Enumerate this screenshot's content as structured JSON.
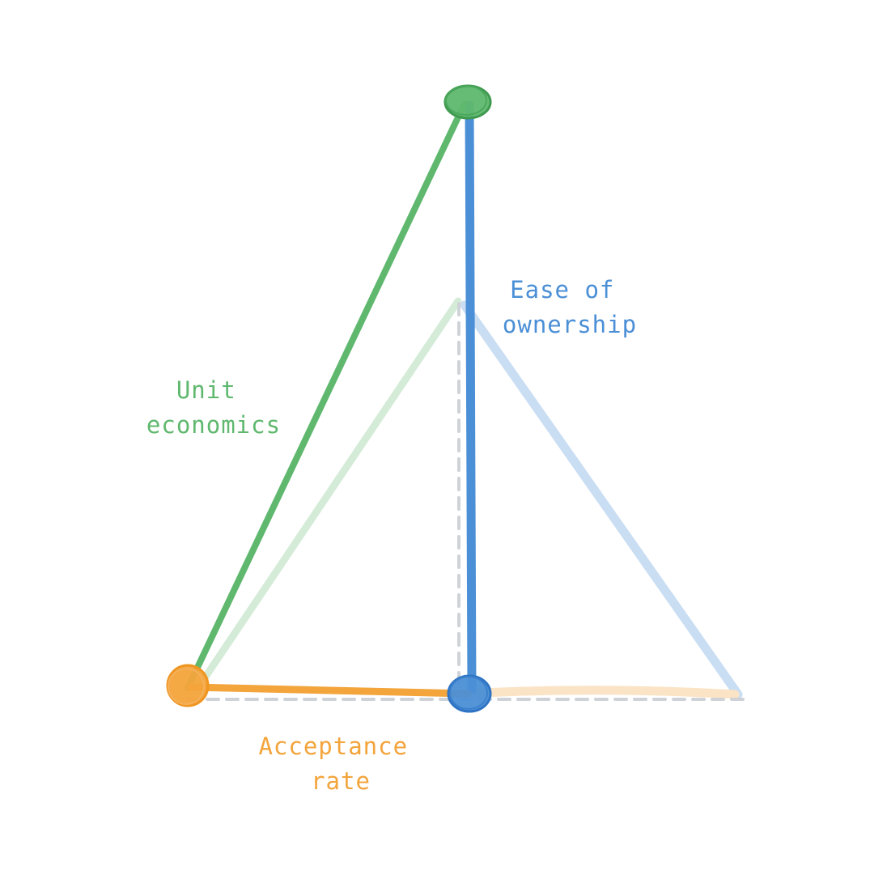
{
  "diagram": {
    "labels": {
      "unit_economics": [
        "Unit",
        "economics"
      ],
      "ease_of_ownership": [
        "Ease of",
        "ownership"
      ],
      "acceptance_rate": [
        "Acceptance",
        "rate"
      ]
    },
    "colors": {
      "green": "#5fb86e",
      "green_light": "#d4ecd7",
      "blue": "#4b8fd6",
      "blue_light": "#c9ddf3",
      "orange": "#f3a43b",
      "orange_light": "#fbe3c5",
      "guide_gray": "#cfd3d7"
    },
    "nodes": [
      {
        "name": "unit-economics-node",
        "color": "green"
      },
      {
        "name": "acceptance-rate-node",
        "color": "orange"
      },
      {
        "name": "ease-of-ownership-node",
        "color": "blue"
      }
    ]
  }
}
